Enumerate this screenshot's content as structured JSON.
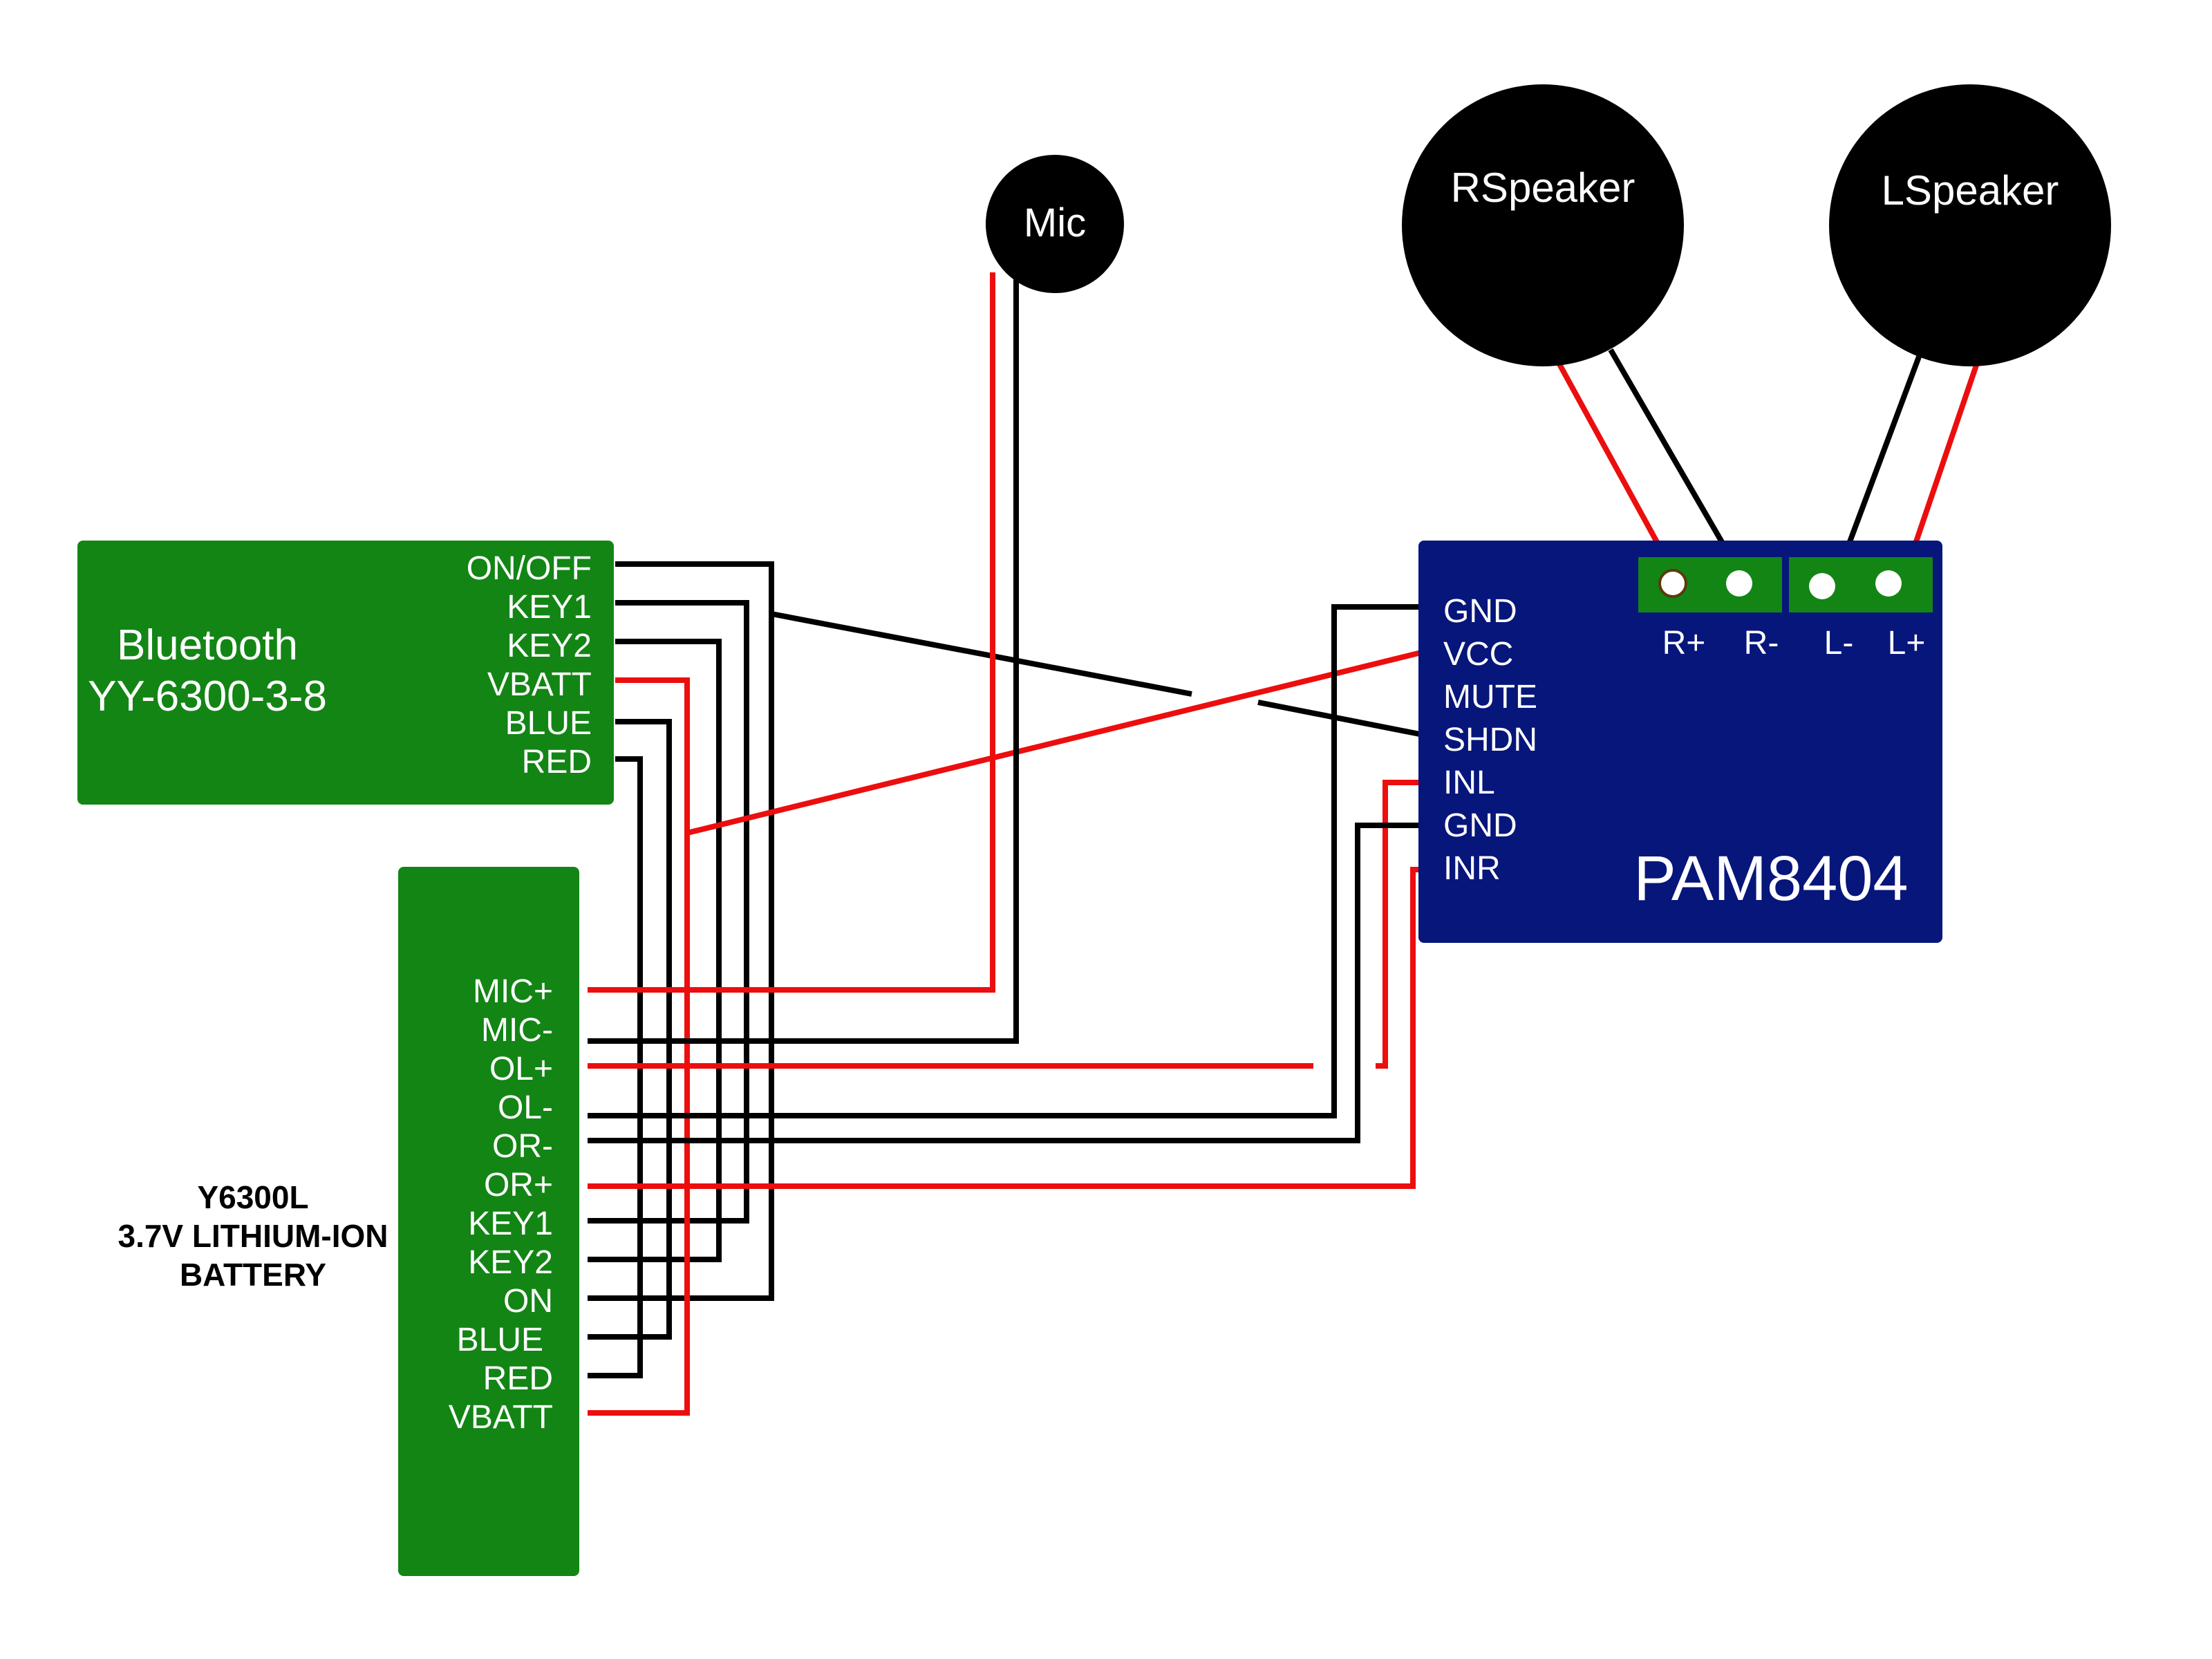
{
  "mic": {
    "label": "Mic"
  },
  "speakers": {
    "right": "RSpeaker",
    "left": "LSpeaker"
  },
  "bluetooth": {
    "title_line1": "Bluetooth",
    "title_line2": "YY-6300-3-8",
    "pins": [
      "ON/OFF",
      "KEY1",
      "KEY2",
      "VBATT",
      "BLUE",
      "RED"
    ]
  },
  "battery": {
    "title_line1": "Y6300L",
    "title_line2": "3.7V LITHIUM-ION",
    "title_line3": "BATTERY",
    "pins": [
      "MIC+",
      "MIC-",
      "OL+",
      "OL-",
      "OR-",
      "OR+",
      "KEY1",
      "KEY2",
      "ON",
      "BLUE",
      "RED",
      "VBATT"
    ]
  },
  "amplifier": {
    "title": "PAM8404",
    "pins": [
      "GND",
      "VCC",
      "MUTE",
      "SHDN",
      "INL",
      "GND",
      "INR"
    ],
    "terminals": [
      "R+",
      "R-",
      "L-",
      "L+"
    ]
  },
  "colors": {
    "board_green": "#138515",
    "amp_blue": "#07167a",
    "wire_red": "#ec0e0e",
    "wire_black": "#000000"
  }
}
